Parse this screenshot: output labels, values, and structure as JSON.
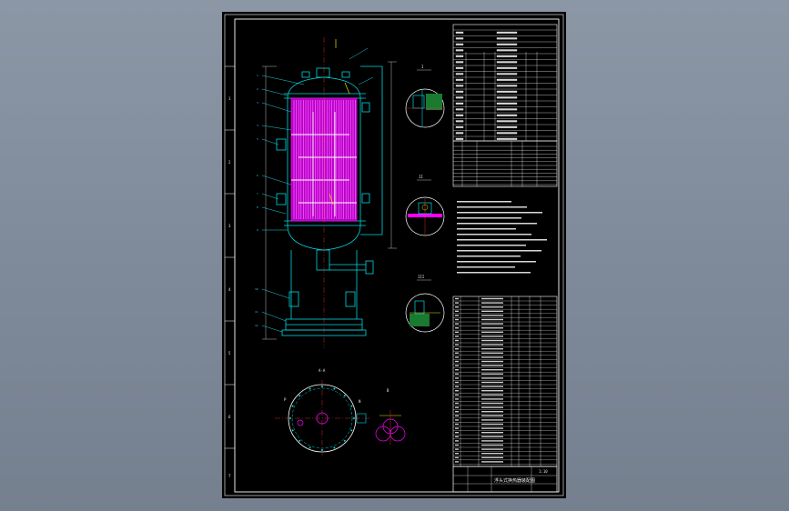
{
  "drawing": {
    "colors": {
      "background": "#000000",
      "frame": "#ffffff",
      "vessel": "#00d8e0",
      "tubes": "#ff00ff",
      "leaders": "#22cfe0",
      "section_fill": "#1a7a30",
      "dimensions": "#e8e8e8",
      "centerline": "#ff3030",
      "yellow": "#e8e400"
    },
    "border_marks_left": [
      "1",
      "2",
      "3",
      "4",
      "5",
      "6",
      "7"
    ],
    "detail_labels": [
      "I",
      "II",
      "III"
    ],
    "view_labels": [
      "A-A",
      "B"
    ],
    "plan_marks": [
      "P",
      "N"
    ],
    "title_block": {
      "name": "浮头式换热器装配图",
      "sheet": "1:10"
    }
  }
}
